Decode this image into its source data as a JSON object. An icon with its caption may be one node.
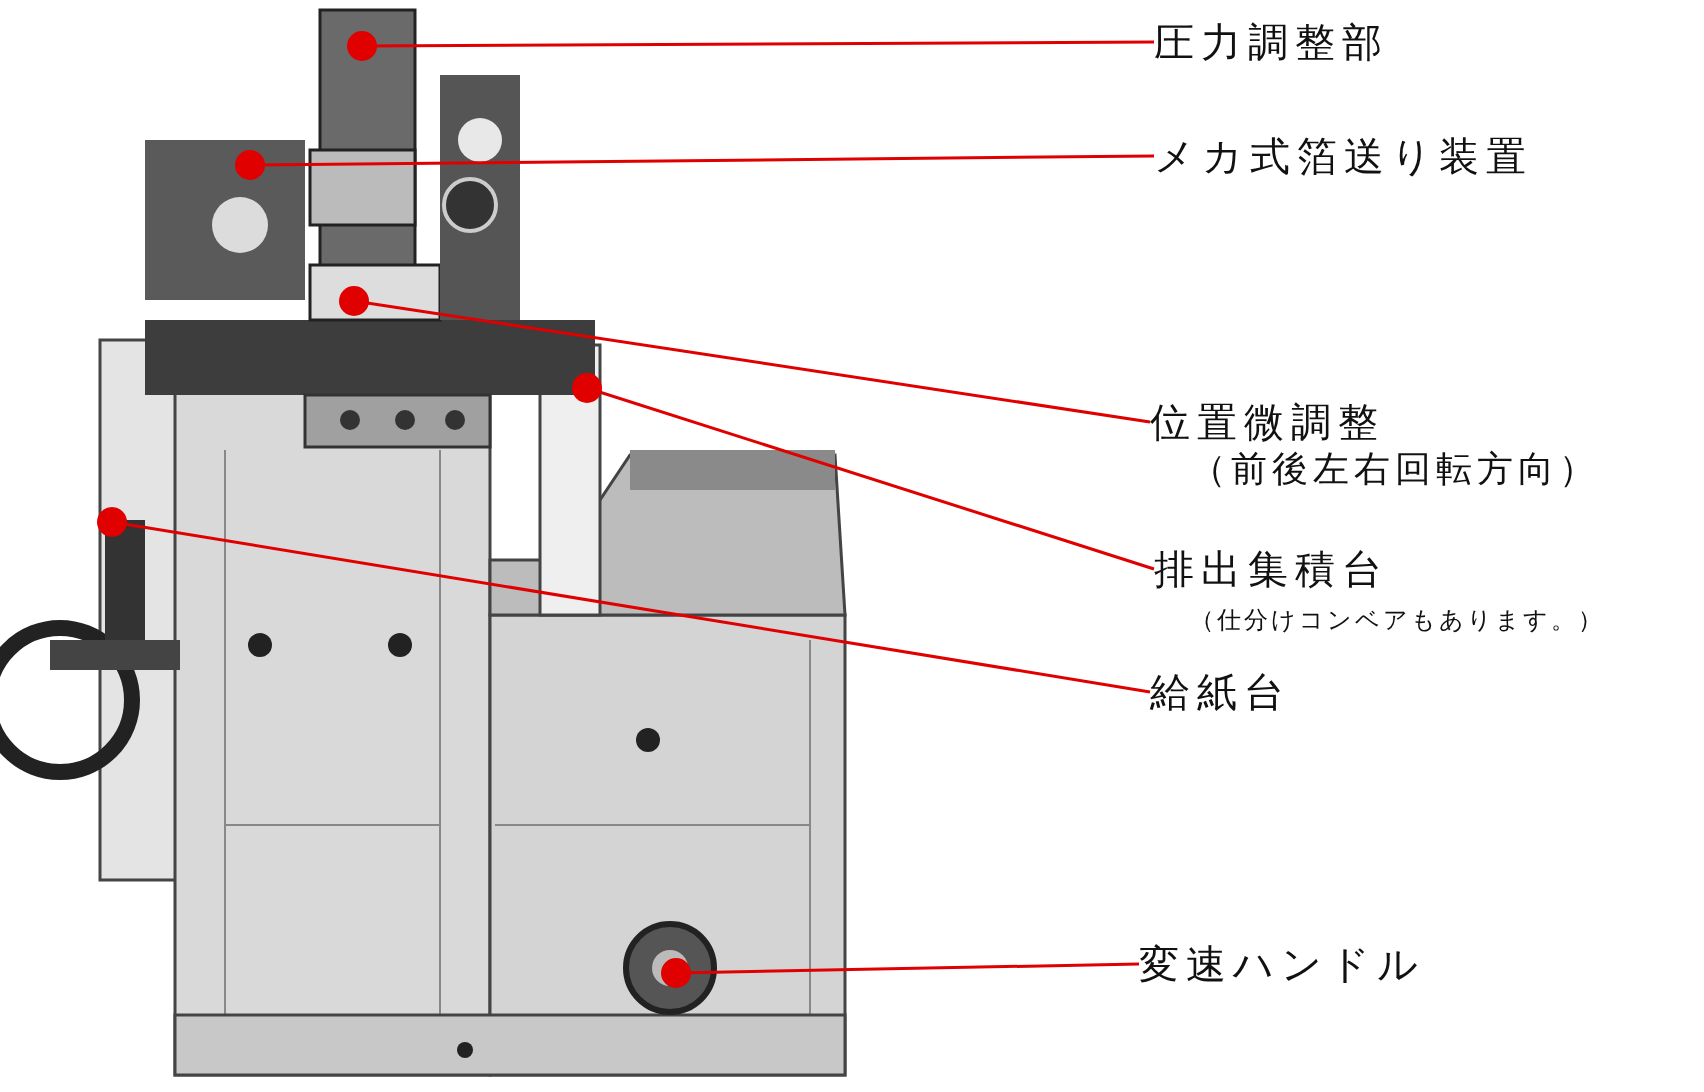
{
  "diagram": {
    "nodes": [
      {
        "text": [
          "圧力調整部"
        ]
      },
      {
        "text": [
          "メカ式箔送り装置"
        ]
      },
      {
        "text": [
          "位置微調整",
          "（前後左右回転方向）"
        ]
      },
      {
        "text": [
          "排出集積台",
          "（仕分けコンベアもあります。）"
        ]
      },
      {
        "text": [
          "給紙台"
        ]
      },
      {
        "text": [
          "変速ハンドル"
        ]
      }
    ],
    "edges": [
      {
        "from": 0,
        "to": null,
        "arrow": "other"
      },
      {
        "from": 1,
        "to": null,
        "arrow": "other"
      },
      {
        "from": 2,
        "to": null,
        "arrow": "other"
      },
      {
        "from": 3,
        "to": null,
        "arrow": "other"
      },
      {
        "from": 4,
        "to": null,
        "arrow": "other"
      },
      {
        "from": 5,
        "to": null,
        "arrow": "other"
      }
    ]
  }
}
